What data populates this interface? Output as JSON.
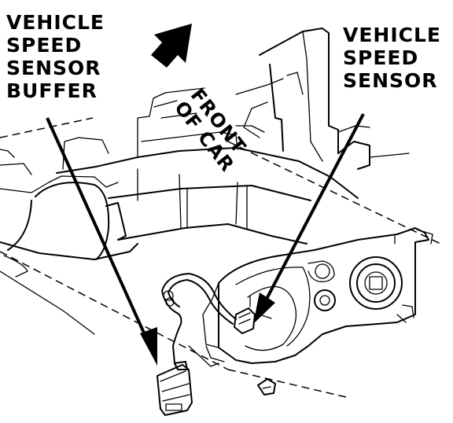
{
  "labels": {
    "buffer": [
      "VEHICLE",
      "SPEED",
      "SENSOR",
      "BUFFER"
    ],
    "sensor": [
      "VEHICLE",
      "SPEED",
      "SENSOR"
    ],
    "front_of_car": [
      "FRONT",
      "OF CAR"
    ]
  },
  "colors": {
    "ink": "#000000",
    "paper": "#ffffff"
  }
}
